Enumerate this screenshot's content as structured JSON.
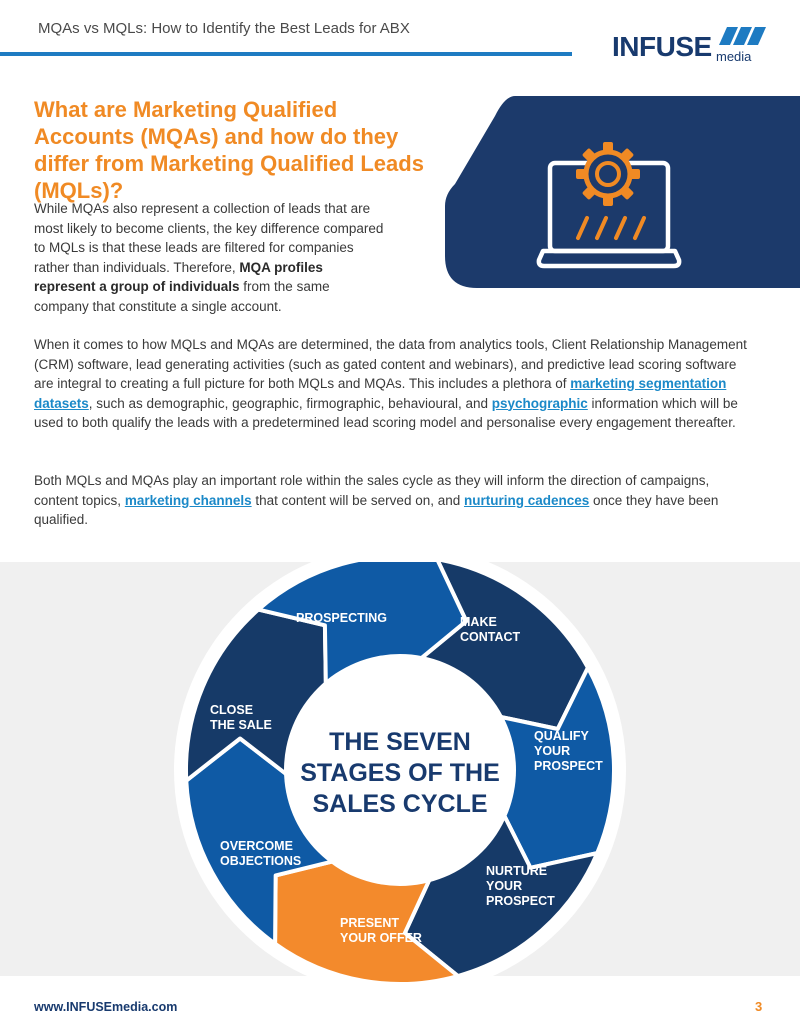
{
  "header": {
    "title": "MQAs vs MQLs: How to Identify the Best Leads for ABX",
    "logo_word": "INFUSE",
    "logo_sub": "media"
  },
  "heading": "What are Marketing Qualified Accounts (MQAs) and how do they differ from Marketing Qualified Leads (MQLs)?",
  "intro": {
    "text_1": "While MQAs also represent a collection of leads that are most likely to become clients, the key difference compared to MQLs is that these leads are filtered for companies rather than individuals. Therefore, ",
    "bold": "MQA profiles represent a group of individuals",
    "text_2": " from the same company that constitute a single account."
  },
  "para2": {
    "text_1": "When it comes to how MQLs and MQAs are determined, the data from analytics tools, Client Relationship Management (CRM) software, lead generating activities (such as gated content and webinars), and predictive lead scoring software are integral to creating a full picture for both MQLs and MQAs. This includes a plethora of ",
    "link_1": "marketing segmentation datasets",
    "text_2": ", such as demographic, geographic, firmographic, behavioural, and ",
    "link_2": "psychographic",
    "text_3": " information which will be used to both qualify the leads with a predetermined lead scoring model and personalise every engagement thereafter."
  },
  "para3": {
    "text_1": "Both MQLs and MQAs play an important role within the sales cycle as they will inform the direction of campaigns, content topics, ",
    "link_1": "marketing channels",
    "text_2": " that content will be served on, and ",
    "link_2": "nurturing cadences",
    "text_3": " once they have been qualified."
  },
  "cycle": {
    "center_lines": [
      "THE SEVEN",
      "STAGES OF THE",
      "SALES CYCLE"
    ],
    "stages": [
      {
        "lines": [
          "PROSPECTING"
        ],
        "color": "#163a68"
      },
      {
        "lines": [
          "MAKE",
          "CONTACT"
        ],
        "color": "#0f5aa5"
      },
      {
        "lines": [
          "QUALIFY",
          "YOUR",
          "PROSPECT"
        ],
        "color": "#163a68"
      },
      {
        "lines": [
          "NURTURE",
          "YOUR",
          "PROSPECT"
        ],
        "color": "#f38a2c"
      },
      {
        "lines": [
          "PRESENT",
          "YOUR OFFER"
        ],
        "color": "#0f5aa5"
      },
      {
        "lines": [
          "OVERCOME",
          "OBJECTIONS"
        ],
        "color": "#163a68"
      },
      {
        "lines": [
          "CLOSE",
          "THE SALE"
        ],
        "color": "#0f5aa5"
      }
    ]
  },
  "colors": {
    "accent": "#f08a24",
    "navy": "#183a6e",
    "link": "#1b89c8",
    "rule": "#1e7bc2"
  },
  "hero_icon": "laptop-gear-icon",
  "footer": {
    "url": "www.INFUSEmedia.com",
    "page": "3"
  }
}
